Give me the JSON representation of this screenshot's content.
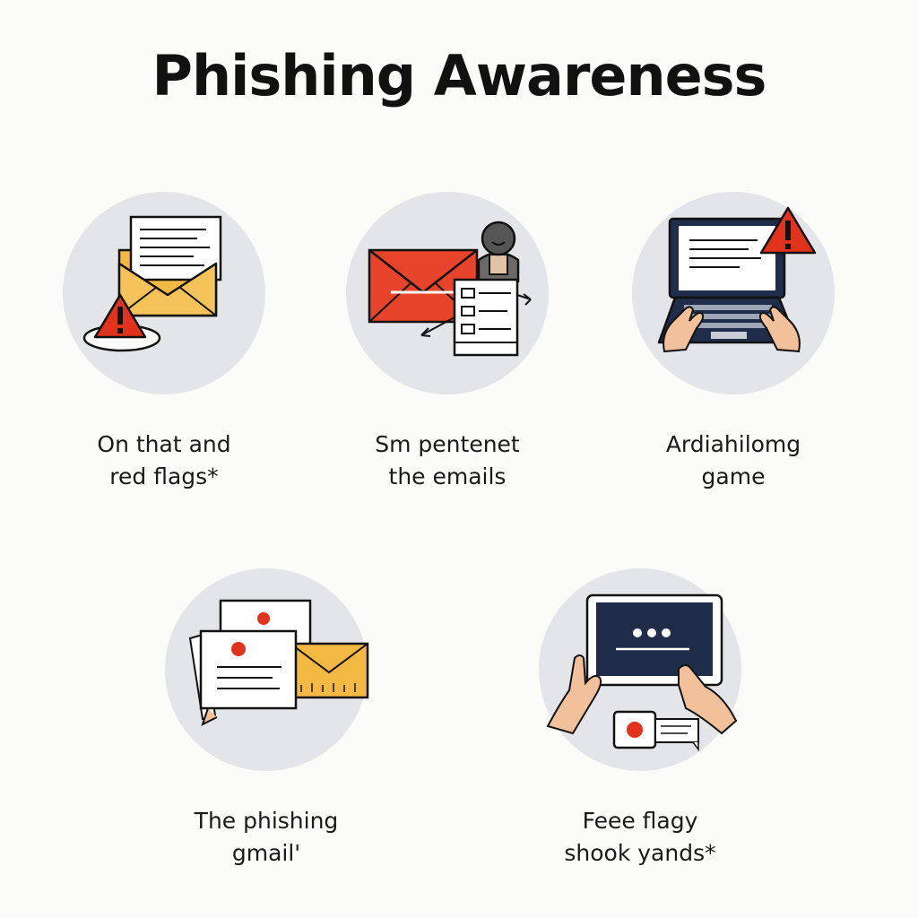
{
  "title": "Phishing Awareness",
  "colors": {
    "background": "#fbfbf9",
    "circle": "#e4e5e8",
    "warning_red": "#e0321c",
    "envelope_yellow": "#f4b942",
    "envelope_red": "#e8432b",
    "laptop_navy": "#1f2d4a"
  },
  "cards": [
    {
      "icon": "envelope-warning-icon",
      "caption_line1": "On that and",
      "caption_line2": "red flags*"
    },
    {
      "icon": "email-sender-icon",
      "caption_line1": "Sm pentenet",
      "caption_line2": "the emails"
    },
    {
      "icon": "laptop-alert-icon",
      "caption_line1": "Ardiahilomg",
      "caption_line2": "game"
    },
    {
      "icon": "stacked-emails-icon",
      "caption_line1": "The phishing",
      "caption_line2": "gmail'"
    },
    {
      "icon": "tablet-password-icon",
      "caption_line1": "Feee flagy",
      "caption_line2": "shook yands*"
    }
  ]
}
